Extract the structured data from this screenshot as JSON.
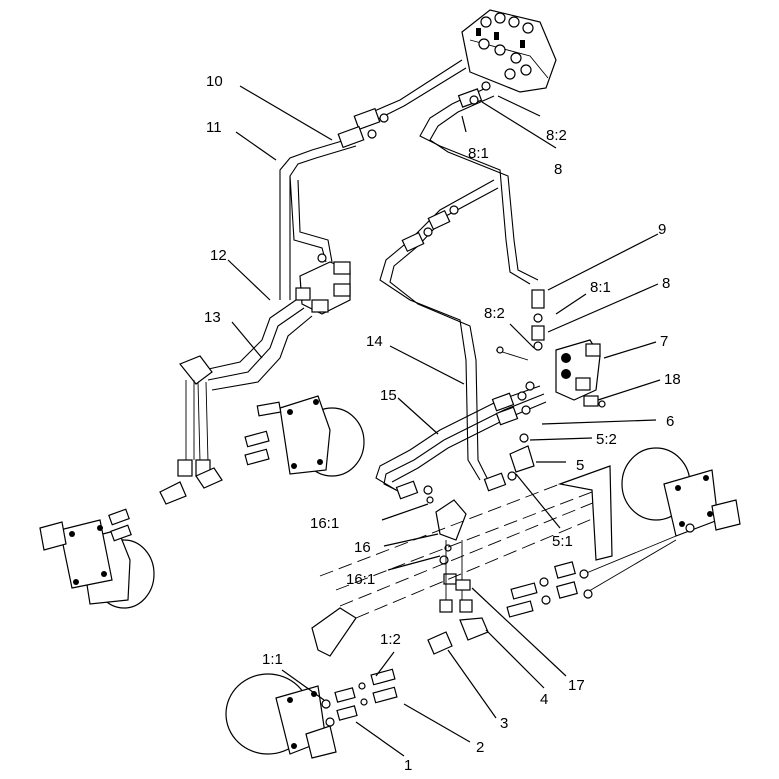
{
  "diagram": {
    "labels": {
      "l1": "1",
      "l2": "2",
      "l3": "3",
      "l4": "4",
      "l5": "5",
      "l5_1": "5:1",
      "l5_2": "5:2",
      "l6": "6",
      "l7": "7",
      "l8_top": "8",
      "l8_mid": "8",
      "l8_1_top": "8:1",
      "l8_1_mid": "8:1",
      "l8_2_top": "8:2",
      "l8_2_mid": "8:2",
      "l9": "9",
      "l10": "10",
      "l11": "11",
      "l12": "12",
      "l13": "13",
      "l14": "14",
      "l15": "15",
      "l16": "16",
      "l16_1_top": "16:1",
      "l16_1_bot": "16:1",
      "l17": "17",
      "l18": "18",
      "l1_1": "1:1",
      "l1_2": "1:2"
    }
  }
}
